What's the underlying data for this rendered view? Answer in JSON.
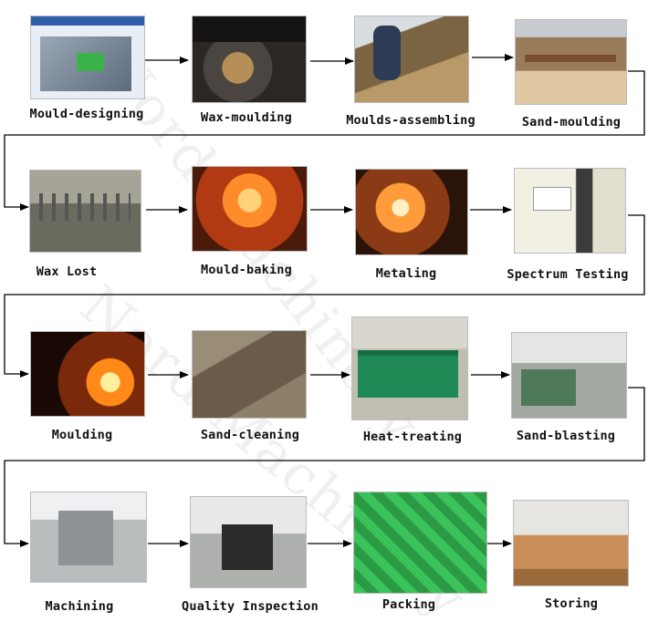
{
  "watermark": "Nord Machinery",
  "steps": [
    {
      "label": "Mould-designing",
      "icon": "cad-software-photo"
    },
    {
      "label": "Wax-moulding",
      "icon": "wax-injection-photo"
    },
    {
      "label": "Moulds-assembling",
      "icon": "assembly-workers-photo"
    },
    {
      "label": "Sand-moulding",
      "icon": "sand-shell-rack-photo"
    },
    {
      "label": "Wax Lost",
      "icon": "dewaxing-tank-photo"
    },
    {
      "label": "Mould-baking",
      "icon": "furnace-fire-photo"
    },
    {
      "label": "Metaling",
      "icon": "molten-sparks-photo"
    },
    {
      "label": "Spectrum Testing",
      "icon": "spectrometer-photo"
    },
    {
      "label": "Moulding",
      "icon": "pouring-metal-photo"
    },
    {
      "label": "Sand-cleaning",
      "icon": "sand-heap-photo"
    },
    {
      "label": "Heat-treating",
      "icon": "heat-treat-oven-photo"
    },
    {
      "label": "Sand-blasting",
      "icon": "blasting-workshop-photo"
    },
    {
      "label": "Machining",
      "icon": "cnc-machine-photo"
    },
    {
      "label": "Quality Inspection",
      "icon": "cmm-inspection-photo"
    },
    {
      "label": "Packing",
      "icon": "green-painted-parts-photo"
    },
    {
      "label": "Storing",
      "icon": "warehouse-boxes-photo"
    }
  ]
}
